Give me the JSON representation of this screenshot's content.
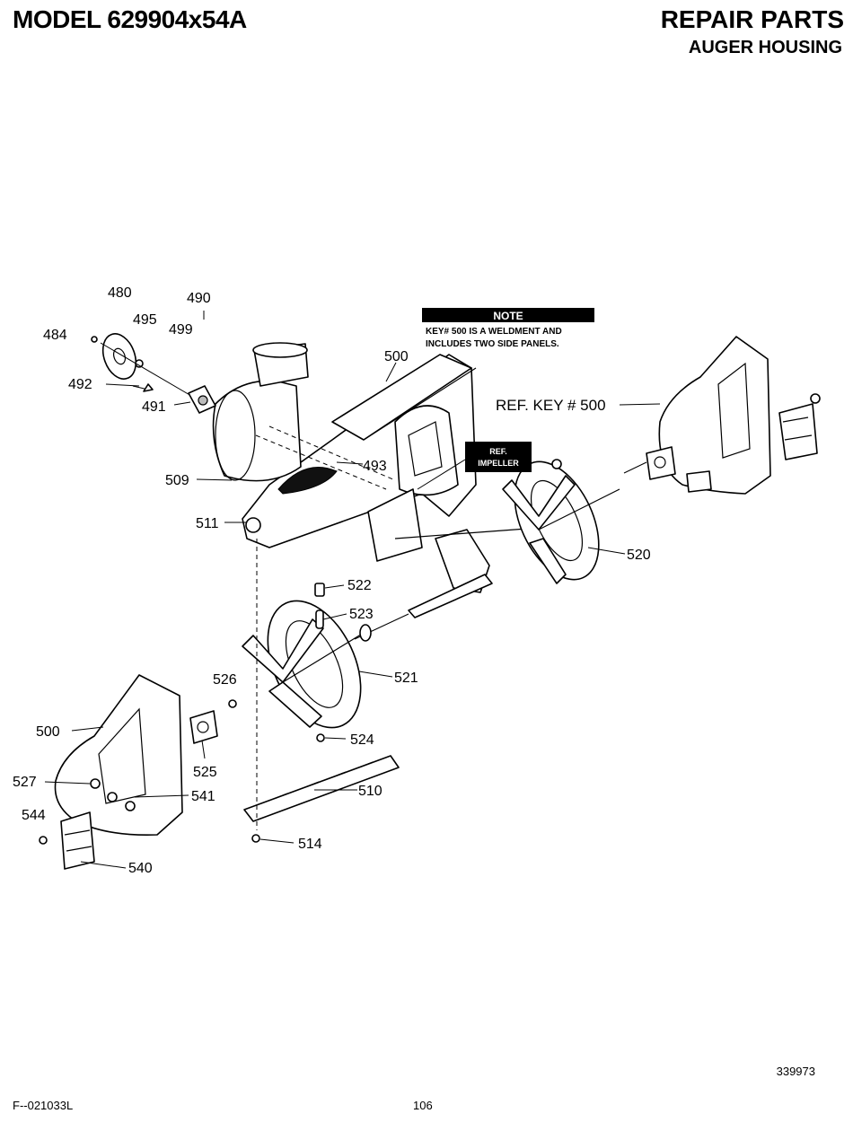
{
  "header": {
    "model": "MODEL 629904x54A",
    "title": "REPAIR PARTS",
    "subtitle": "AUGER HOUSING"
  },
  "note": {
    "heading": "NOTE",
    "line1": "KEY# 500 IS A WELDMENT AND",
    "line2": "INCLUDES TWO SIDE PANELS."
  },
  "ref_key": "REF. KEY # 500",
  "ref_impeller": {
    "line1": "REF.",
    "line2": "IMPELLER"
  },
  "parts": {
    "p480": "480",
    "p484": "484",
    "p490": "490",
    "p491": "491",
    "p492": "492",
    "p493": "493",
    "p495": "495",
    "p499": "499",
    "p500_top": "500",
    "p500_left": "500",
    "p509": "509",
    "p510": "510",
    "p511": "511",
    "p514": "514",
    "p520": "520",
    "p521": "521",
    "p522": "522",
    "p523": "523",
    "p524": "524",
    "p525": "525",
    "p526": "526",
    "p527": "527",
    "p540": "540",
    "p541": "541",
    "p544": "544"
  },
  "footer": {
    "form_number": "F--021033L",
    "page_number": "106",
    "drawing_number": "339973"
  }
}
